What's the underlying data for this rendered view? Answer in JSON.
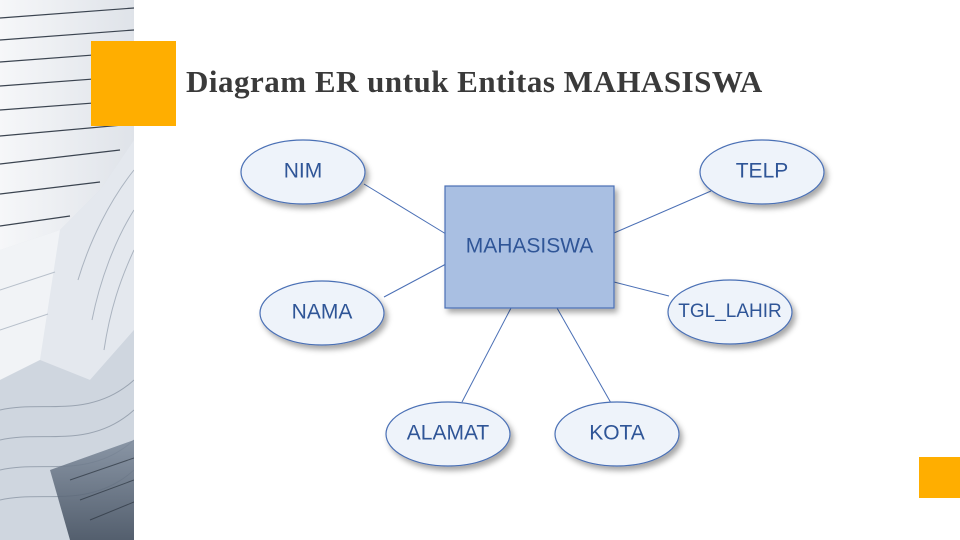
{
  "slide": {
    "title": "Diagram ER untuk Entitas MAHASISWA"
  },
  "diagram": {
    "entity": {
      "label": "MAHASISWA"
    },
    "attributes": [
      {
        "key": "nim",
        "label": "NIM"
      },
      {
        "key": "nama",
        "label": "NAMA"
      },
      {
        "key": "alamat",
        "label": "ALAMAT"
      },
      {
        "key": "kota",
        "label": "KOTA"
      },
      {
        "key": "tgl_lahir",
        "label": "TGL_LAHIR"
      },
      {
        "key": "telp",
        "label": "TELP"
      }
    ]
  },
  "colors": {
    "accent": "#FFAE00",
    "entity_fill": "#A9BFE2",
    "entity_stroke": "#4A6FB5",
    "attribute_fill": "#EEF3FA",
    "attribute_stroke": "#4A6FB5",
    "text": "#2F5597",
    "title": "#3A3A3A"
  }
}
